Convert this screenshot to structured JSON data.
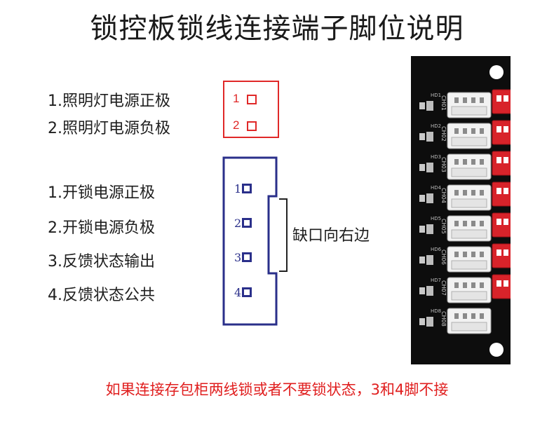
{
  "title": "锁控板锁线连接端子脚位说明",
  "light_terminal": {
    "labels": [
      "1.照明灯电源正极",
      "2.照明灯电源负极"
    ],
    "pins": [
      "1",
      "2"
    ]
  },
  "lock_terminal": {
    "labels": [
      "1.开锁电源正极",
      "2.开锁电源负极",
      "3.反馈状态输出",
      "4.反馈状态公共"
    ],
    "pins": [
      "1",
      "2",
      "3",
      "4"
    ],
    "notch_label": "缺口向右边"
  },
  "board": {
    "channel_labels": [
      "CH01",
      "CH02",
      "CH03",
      "CH04",
      "CH05",
      "CH06",
      "CH07",
      "CH08"
    ],
    "led_labels": [
      "HD1",
      "HD2",
      "HD3",
      "HD4",
      "HD5",
      "HD6",
      "HD7",
      "HD8"
    ]
  },
  "footnote": "如果连接存包柜两线锁或者不要锁状态，3和4脚不接",
  "colors": {
    "red": "#e02828",
    "navy": "#2a2f8a",
    "pcb": "#0d0d0d",
    "white_connector": "#f2f2f2",
    "red_connector": "#d8232a"
  }
}
